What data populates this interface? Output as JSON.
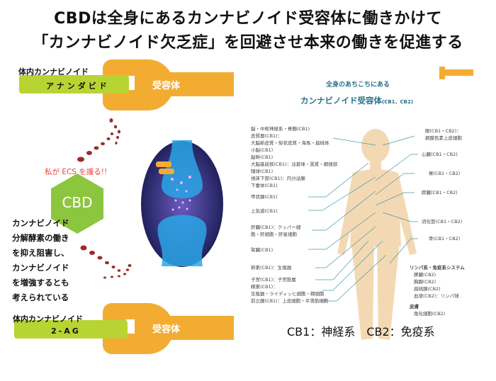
{
  "title": {
    "line1": "CBDは全身にあるカンナビノイド受容体に働きかけて",
    "line2": "「カンナビノイド欠乏症」を回避させ本来の働きを促進する"
  },
  "top_receptor": {
    "ligand_title": "体内カンナビノイド",
    "ligand_name": "アナンダビド",
    "receptor": "受容体"
  },
  "bottom_receptor": {
    "ligand_title": "体内カンナビノイド",
    "ligand_name": "2-AG",
    "receptor": "受容体"
  },
  "cbd": {
    "callout": "私が ECS を護る!!",
    "label": "CBD"
  },
  "description": [
    "カンナビノイド",
    "分解酵素の働き",
    "を抑え阻害し、",
    "カンナビノイド",
    "を増強するとも",
    "考えられている"
  ],
  "body_map": {
    "subtitle": "全身のあちこちにある",
    "title": "カンナビノイド受容体",
    "title_suffix": "(CB1、CB2)",
    "left_labels": [
      [
        "脳・中枢神経系・脊髄(CB1)",
        "皮質層(CB1)：",
        "大脳新皮質・梨状皮質・海馬・扁桃体",
        "小脳(CB1)",
        "脳幹(CB1)",
        "大脳基底核(CB1)：淡蒼球・黒質・網様部",
        "嗅球(CB1)",
        "視床下部(CB1)：内分泌腺",
        "下垂体(CB1)"
      ],
      [
        "甲状腺(CB1)"
      ],
      [
        "上気道(CB1)"
      ],
      [
        "肝臓(CB1)：クッパー細",
        "胞・肝細胞・肝星細胞"
      ],
      [
        "腎臓(CB1)"
      ],
      [
        "卵巣(CB1)：生殖器"
      ],
      [
        "子宮(CB1)：子宮筋層"
      ],
      [
        "精巣(CB1)：",
        "生殖器・ライディッヒ細胞・精細胞"
      ],
      [
        "前立腺(CB1)：上皮細胞・平滑筋細胞"
      ]
    ],
    "right_labels": [
      [
        "眼(CB1・CB2)：",
        "網膜色素上皮細胞"
      ],
      [
        "心臓(CB1・CB2)"
      ],
      [
        "胃(CB1・CB2)"
      ],
      [
        "膵臓(CB1・CB2)"
      ],
      [
        "消化管(CB1・CB2)"
      ],
      [
        "骨(CB1・CB2)"
      ]
    ],
    "lymph": [
      "リンパ系・免疫系システム",
      "脾臓(CB2)",
      "胸腺(CB2)",
      "扁桃腺(CB2)",
      "血液(CB2)：リンパ球"
    ],
    "skin": [
      "皮膚",
      "角化細胞(CB2)"
    ],
    "caption": "CB1：神経系　CB2：免疫系"
  },
  "colors": {
    "receptor": "#f3ac32",
    "ligand": "#b8d432",
    "cbd": "#8cc63f",
    "callout": "#e8473c",
    "dots": "#9b2a2a",
    "body": "#f3d9b3",
    "leader": "#4a9aa8"
  }
}
